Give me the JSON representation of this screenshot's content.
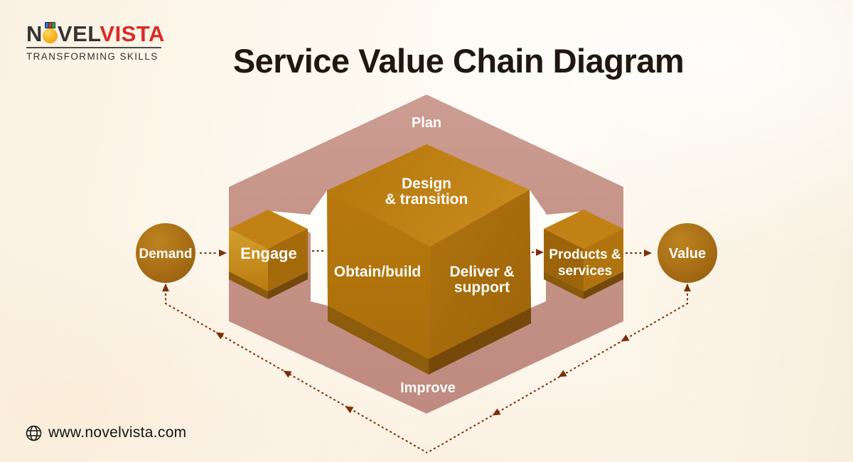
{
  "brand": {
    "logo_n": "N",
    "logo_vel": "VEL",
    "logo_vista": "VISTA",
    "tagline": "TRANSFORMING SKILLS"
  },
  "title": "Service Value Chain Diagram",
  "diagram": {
    "plan_label": "Plan",
    "improve_label": "Improve",
    "demand_label": "Demand",
    "engage_label": "Engage",
    "design_label_line1": "Design",
    "design_label_line2": "& transition",
    "obtain_label": "Obtain/build",
    "deliver_label_line1": "Deliver &",
    "deliver_label_line2": "support",
    "products_label_line1": "Products &",
    "products_label_line2": "services",
    "value_label": "Value"
  },
  "footer": {
    "website": "www.novelvista.com"
  },
  "colors": {
    "background": "#fdf7ec",
    "hexagon": "#c5938a",
    "cube_orange_top": "#bd7e12",
    "cube_orange_left": "#b3760c",
    "cube_orange_right": "#a96f10",
    "small_cube_highlight": "#d09b2a",
    "node_circle": "#a56b15",
    "arrow": "#7d2e09",
    "brand_red": "#da2a25",
    "brand_dark": "#343434",
    "label_white": "#ffffff"
  }
}
